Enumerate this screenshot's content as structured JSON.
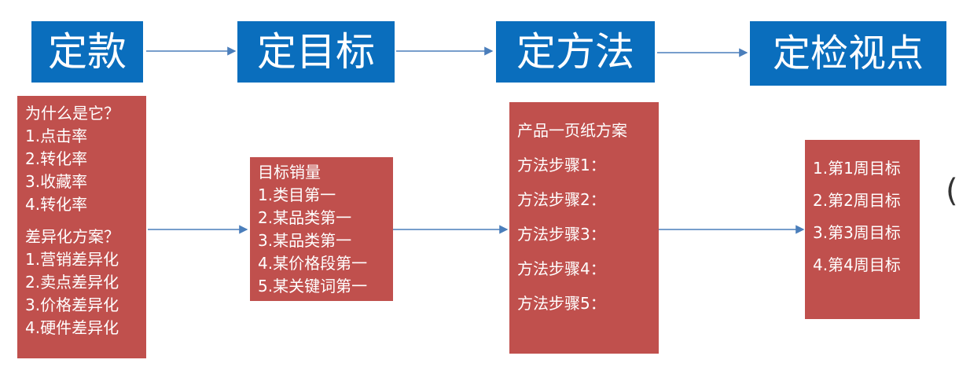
{
  "colors": {
    "header": "#0a6ebd",
    "card": "#c0504d",
    "arrow": "#4a7ebb"
  },
  "headers": [
    {
      "label": "定款"
    },
    {
      "label": "定目标"
    },
    {
      "label": "定方法"
    },
    {
      "label": "定检视点"
    }
  ],
  "cards": {
    "why": {
      "q1": "为什么是它？",
      "items1": [
        "1.点击率",
        "2.转化率",
        "3.收藏率",
        "4.转化率"
      ],
      "q2": "差异化方案？",
      "items2": [
        "1.营销差异化",
        "2.卖点差异化",
        "3.价格差异化",
        "4.硬件差异化"
      ]
    },
    "target": {
      "title": "目标销量",
      "items": [
        "1.类目第一",
        "2.某品类第一",
        "3.某品类第一",
        "4.某价格段第一",
        "5.某关键词第一"
      ]
    },
    "method": {
      "title": "产品一页纸方案",
      "items": [
        "方法步骤1：",
        "方法步骤2：",
        "方法步骤3：",
        "方法步骤4：",
        "方法步骤5："
      ]
    },
    "check": {
      "items": [
        "1.第1周目标",
        "2.第2周目标",
        "3.第3周目标",
        "4.第4周目标"
      ]
    }
  },
  "edge_text": "("
}
